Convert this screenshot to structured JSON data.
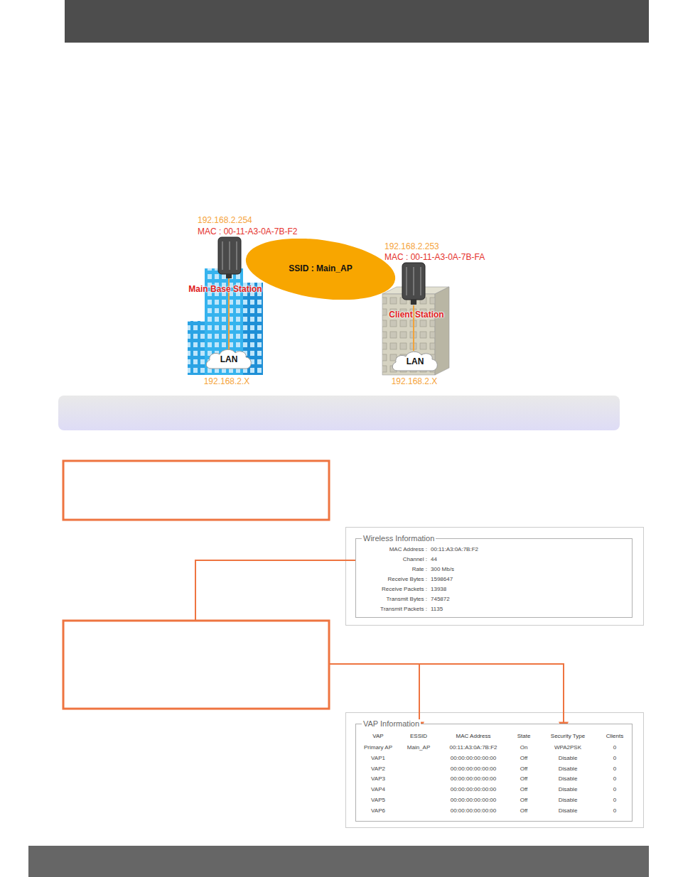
{
  "diagram": {
    "nodes": [
      {
        "text": [
          "Main Base Station"
        ]
      },
      {
        "text": [
          "LAN"
        ],
        "in": 0
      },
      {
        "text": [
          "SSID : Main_AP"
        ]
      },
      {
        "text": [
          "Client Station"
        ]
      },
      {
        "text": [
          "LAN"
        ],
        "in": 3
      },
      {
        "text": [
          "Wireless Information"
        ]
      },
      {
        "text": [
          "VAP Information"
        ]
      }
    ],
    "labels": [
      "192.168.2.254",
      "MAC : 00-11-A3-0A-7B-F2",
      "192.168.2.253",
      "MAC : 00-11-A3-0A-7B-FA",
      "192.168.2.X",
      "192.168.2.X",
      "MAC Address :",
      "00:11:A3:0A:7B:F2",
      "Channel :",
      "44",
      "Rate :",
      "300 Mb/s",
      "Receive Bytes :",
      "1598647",
      "Receive Packets :",
      "13938",
      "Transmit Bytes :",
      "745872",
      "Transmit Packets :",
      "1135",
      "VAP",
      "ESSID",
      "MAC Address",
      "State",
      "Security Type",
      "Clients",
      "Primary AP",
      "Main_AP",
      "00:11:A3:0A:7B:F2",
      "On",
      "WPA2PSK",
      "0",
      "VAP1",
      "00:00:00:00:00:00",
      "Off",
      "Disable",
      "0",
      "VAP2",
      "00:00:00:00:00:00",
      "Off",
      "Disable",
      "0",
      "VAP3",
      "00:00:00:00:00:00",
      "Off",
      "Disable",
      "0",
      "VAP4",
      "00:00:00:00:00:00",
      "Off",
      "Disable",
      "0",
      "VAP5",
      "00:00:00:00:00:00",
      "Off",
      "Disable",
      "0",
      "VAP6",
      "00:00:00:00:00:00",
      "Off",
      "Disable",
      "0"
    ]
  }
}
